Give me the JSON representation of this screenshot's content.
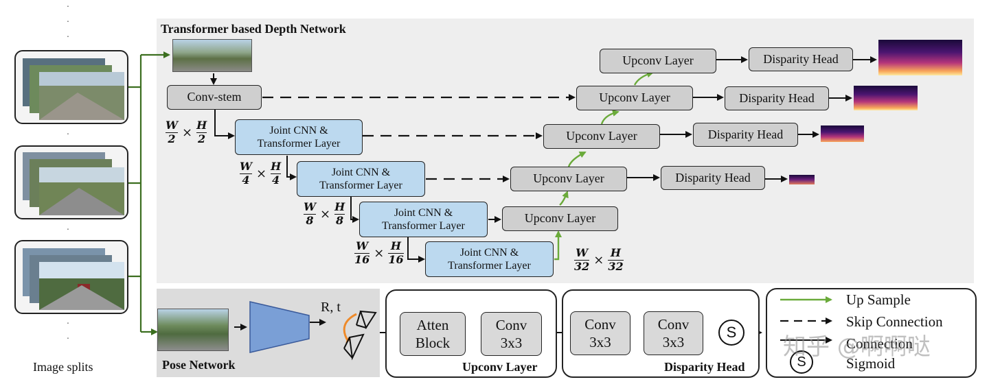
{
  "depth_network": {
    "title": "Transformer based Depth Network",
    "conv_stem": "Conv-stem",
    "joint_layers": [
      {
        "line1": "Joint CNN &",
        "line2": "Transformer Layer",
        "num": "W",
        "den": "2",
        "num2": "H",
        "den2": "2"
      },
      {
        "line1": "Joint CNN &",
        "line2": "Transformer Layer",
        "num": "W",
        "den": "4",
        "num2": "H",
        "den2": "4"
      },
      {
        "line1": "Joint CNN &",
        "line2": "Transformer Layer",
        "num": "W",
        "den": "8",
        "num2": "H",
        "den2": "8"
      },
      {
        "line1": "Joint CNN &",
        "line2": "Transformer Layer",
        "num": "W",
        "den": "16",
        "num2": "H",
        "den2": "16"
      }
    ],
    "bottom_scale": {
      "num": "W",
      "den": "32",
      "num2": "H",
      "den2": "32"
    },
    "times": "×",
    "upconv_label": "Upconv Layer",
    "disparity_label": "Disparity Head"
  },
  "image_splits": {
    "caption": "Image splits"
  },
  "pose_network": {
    "title": "Pose Network",
    "rt_label": "R, t"
  },
  "upconv_detail": {
    "atten_line1": "Atten",
    "atten_line2": "Block",
    "conv_line1": "Conv",
    "conv_line2": "3x3",
    "caption": "Upconv Layer"
  },
  "disparity_detail": {
    "conv_line1": "Conv",
    "conv_line2": "3x3",
    "sigmoid_symbol": "S",
    "caption": "Disparity Head"
  },
  "legend": {
    "up_sample": "Up Sample",
    "skip_connection": "Skip Connection",
    "connection": "Connection",
    "sigmoid_symbol": "S",
    "sigmoid": "Sigmoid"
  },
  "watermark": "知乎 @啊啊哒",
  "colors": {
    "green_arrow": "#6aaa3a",
    "dark_green": "#3b6e1f",
    "blue_box": "#bcd9ef",
    "gray_box": "#cfcfcf",
    "pose_trapezoid": "#7a9fd6",
    "rotation_arc": "#ee8a2a"
  }
}
